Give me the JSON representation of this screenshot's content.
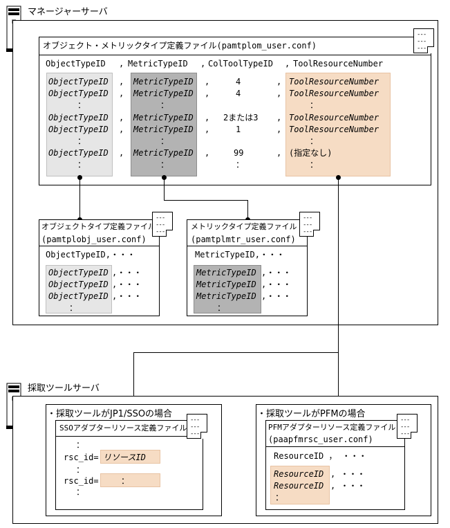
{
  "manager_server": {
    "label": "マネージャーサーバ"
  },
  "main_file": {
    "title": "オブジェクト・メトリックタイプ定義ファイル(pamtplom_user.conf)",
    "header": [
      "ObjectTypeID",
      ",",
      "MetricTypeID",
      ",",
      "ColToolTypeID",
      ",",
      "ToolResourceNumber"
    ],
    "rows": [
      {
        "obj": "ObjectTypeID",
        "sep1": ",",
        "met": "MetricTypeID",
        "sep2": ",",
        "col": "4",
        "sep3": ",",
        "tool": "ToolResourceNumber"
      },
      {
        "obj": "ObjectTypeID",
        "sep1": ",",
        "met": "MetricTypeID",
        "sep2": ",",
        "col": "4",
        "sep3": ",",
        "tool": "ToolResourceNumber"
      },
      {
        "obj": "：",
        "sep1": "",
        "met": "：",
        "sep2": "",
        "col": "",
        "sep3": "",
        "tool": "："
      },
      {
        "obj": "ObjectTypeID",
        "sep1": ",",
        "met": "MetricTypeID",
        "sep2": ",",
        "col": "2または3",
        "sep3": ",",
        "tool": "ToolResourceNumber"
      },
      {
        "obj": "ObjectTypeID",
        "sep1": ",",
        "met": "MetricTypeID",
        "sep2": ",",
        "col": "1",
        "sep3": ",",
        "tool": "ToolResourceNumber"
      },
      {
        "obj": "：",
        "sep1": "",
        "met": "：",
        "sep2": "",
        "col": "",
        "sep3": "",
        "tool": "："
      },
      {
        "obj": "ObjectTypeID",
        "sep1": ",",
        "met": "MetricTypeID",
        "sep2": ",",
        "col": "99",
        "sep3": ",",
        "tool": "(指定なし)"
      },
      {
        "obj": "：",
        "sep1": "",
        "met": "：",
        "sep2": "",
        "col": "：",
        "sep3": "",
        "tool": "："
      }
    ]
  },
  "obj_file": {
    "title1": "オブジェクトタイプ定義ファイル",
    "title2": "(pamtplobj_user.conf)",
    "header": "ObjectTypeID,・・・",
    "rows": [
      "ObjectTypeID",
      "ObjectTypeID",
      "ObjectTypeID",
      "："
    ],
    "suffix": ",・・・"
  },
  "mtr_file": {
    "title1": "メトリックタイプ定義ファイル",
    "title2": "(pamtplmtr_user.conf)",
    "header": "MetricTypeID,・・・",
    "rows": [
      "MetricTypeID",
      "MetricTypeID",
      "MetricTypeID",
      "："
    ],
    "suffix": ",・・・"
  },
  "collector_server": {
    "label": "採取ツールサーバ"
  },
  "sso_case": {
    "label": "・採取ツールがJP1/SSOの場合",
    "file_title": "SSOアダプターリソース定義ファイル",
    "dots1": "：",
    "rsc1_key": "rsc_id=",
    "rsc1_val": "リソースID",
    "dots2": "：",
    "rsc2_key": "rsc_id=",
    "rsc2_val": "：",
    "dots3": "："
  },
  "pfm_case": {
    "label": "・採取ツールがPFMの場合",
    "file_title1": "PFMアダプターリソース定義ファイル",
    "file_title2": "(paapfmrsc_user.conf)",
    "header": "ResourceID ， ・・・",
    "rows": [
      "ResourceID",
      "ResourceID",
      "："
    ],
    "suffix": ", ・・・"
  },
  "doc_icon_lines": "---\n---\n---"
}
